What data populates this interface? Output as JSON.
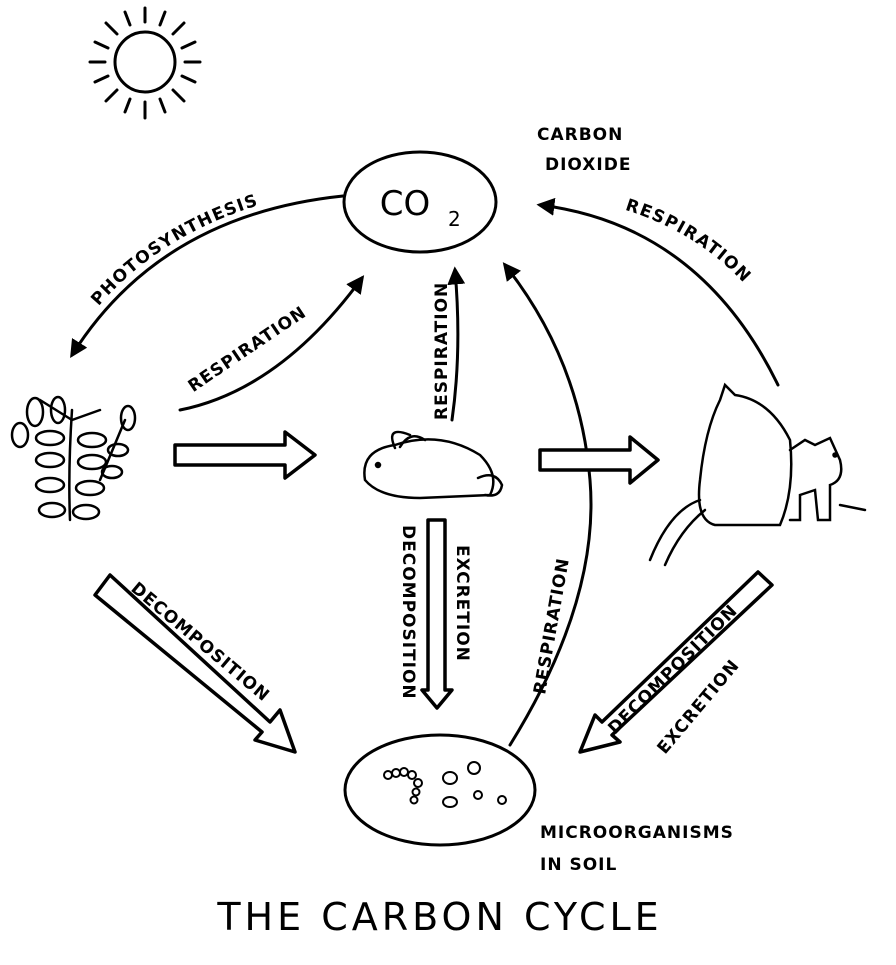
{
  "title": "THE CARBON CYCLE",
  "co2": {
    "symbol": "CO",
    "subscript": "2",
    "label_line1": "CARBON",
    "label_line2": "DIOXIDE"
  },
  "soil": {
    "label_line1": "MICROORGANISMS",
    "label_line2": "IN SOIL"
  },
  "arrows": {
    "photosynthesis": "PHOTOSYNTHESIS",
    "plant_respiration": "RESPIRATION",
    "animal_respiration": "RESPIRATION",
    "rabbit_respiration": "RESPIRATION",
    "soil_respiration": "RESPIRATION",
    "plant_decomposition": "DECOMPOSITION",
    "rabbit_decomposition": "DECOMPOSITION",
    "rabbit_excretion": "EXCRETION",
    "animal_decomposition": "DECOMPOSITION",
    "animal_excretion": "EXCRETION"
  }
}
